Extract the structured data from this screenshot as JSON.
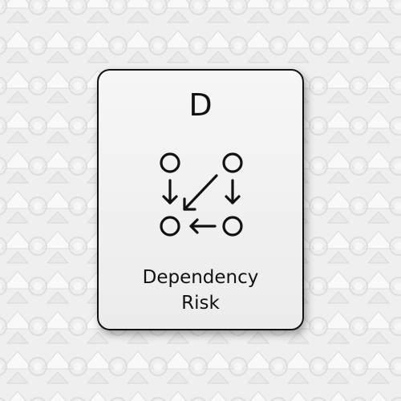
{
  "card": {
    "letter": "D",
    "title_lines": [
      "Dependency",
      "Risk"
    ],
    "icon": "dependency-graph-icon"
  },
  "colors": {
    "background": "#eeeeee",
    "card_fill": "#f3f3f3",
    "ink": "#111111"
  }
}
